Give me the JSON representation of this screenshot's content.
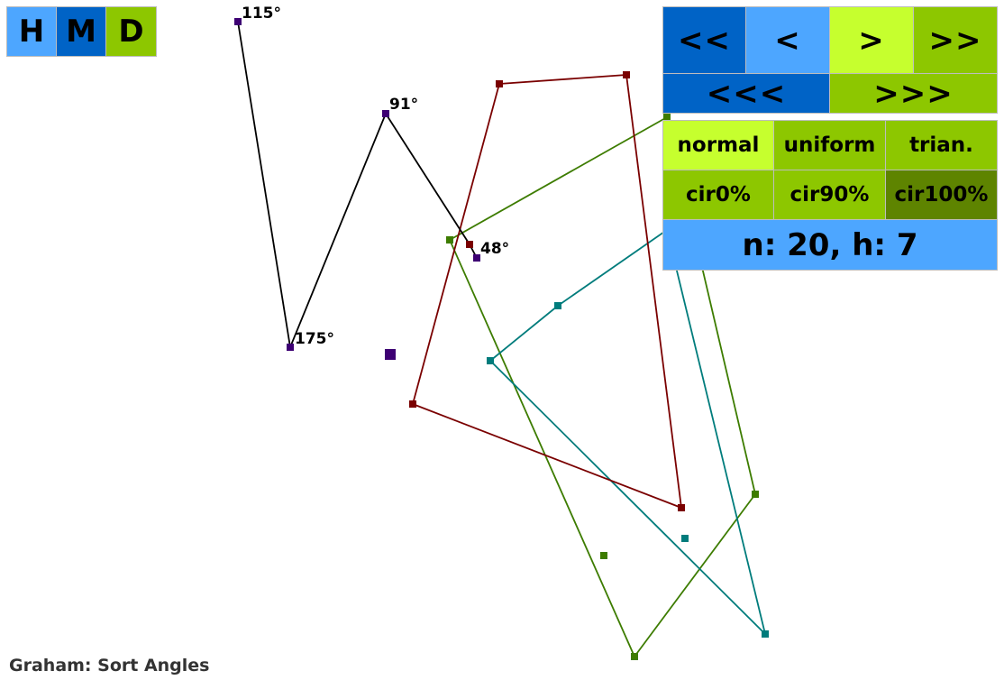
{
  "colors": {
    "light_blue": "#4da6ff",
    "dark_blue": "#0063c6",
    "lime": "#c6ff2e",
    "green": "#8dc700",
    "dark_green": "#5e8400",
    "hull": "#000000",
    "purple": "#3d0073",
    "maroon": "#7a0000",
    "olive": "#3d7c00",
    "teal": "#007c7c"
  },
  "hmd_buttons": [
    {
      "label": "H",
      "color": "#4da6ff"
    },
    {
      "label": "M",
      "color": "#0063c6"
    },
    {
      "label": "D",
      "color": "#8dc700"
    }
  ],
  "nav_buttons": [
    {
      "label": "<<",
      "color": "#0063c6"
    },
    {
      "label": "<",
      "color": "#4da6ff"
    },
    {
      "label": ">",
      "color": "#c6ff2e"
    },
    {
      "label": ">>",
      "color": "#8dc700"
    },
    {
      "label": "<<<",
      "color": "#0063c6"
    },
    {
      "label": ">>>",
      "color": "#8dc700"
    }
  ],
  "distribution_buttons": [
    {
      "label": "normal",
      "color": "#c6ff2e"
    },
    {
      "label": "uniform",
      "color": "#8dc700"
    },
    {
      "label": "trian.",
      "color": "#8dc700"
    },
    {
      "label": "cir0%",
      "color": "#8dc700"
    },
    {
      "label": "cir90%",
      "color": "#8dc700"
    },
    {
      "label": "cir100%",
      "color": "#5e8400"
    }
  ],
  "info": {
    "text": "n: 20, h: 7",
    "color": "#4da6ff"
  },
  "angle_labels": [
    "115°",
    "91°",
    "48°",
    "175°"
  ],
  "caption": "Graham: Sort Angles"
}
